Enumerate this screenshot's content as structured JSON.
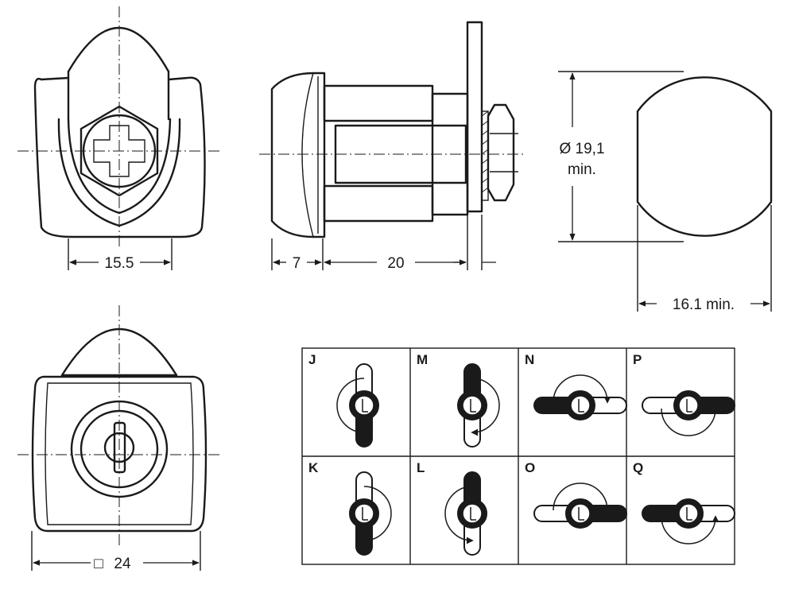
{
  "dimensions": {
    "front_width": "15.5",
    "cap_depth": "7",
    "body_length": "20",
    "cutout_diameter_line1": "Ø 19,1",
    "cutout_diameter_line2": "min.",
    "cutout_width": "16.1 min.",
    "square_face": "24",
    "square_symbol": "□"
  },
  "rotation_cells": [
    {
      "letter": "J"
    },
    {
      "letter": "M"
    },
    {
      "letter": "N"
    },
    {
      "letter": "P"
    },
    {
      "letter": "K"
    },
    {
      "letter": "L"
    },
    {
      "letter": "O"
    },
    {
      "letter": "Q"
    }
  ]
}
